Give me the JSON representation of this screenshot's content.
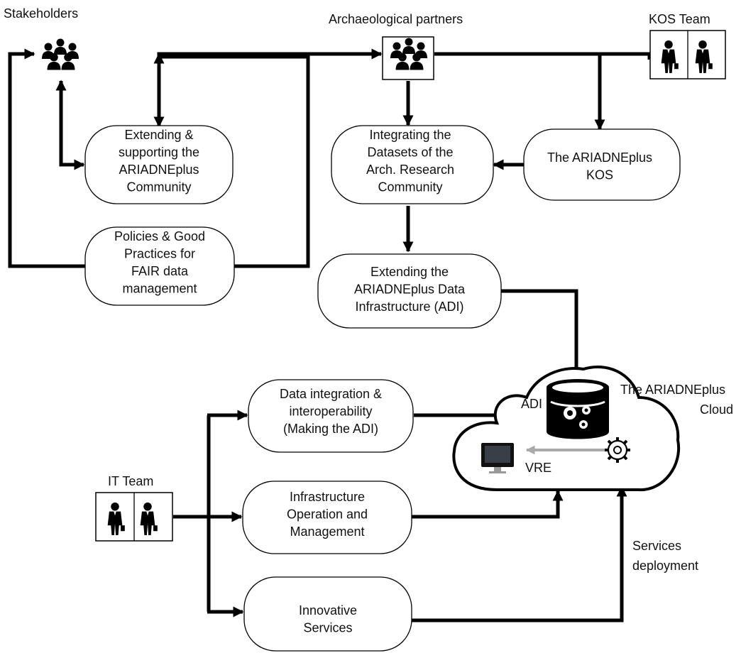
{
  "actors": {
    "stakeholders": "Stakeholders",
    "arch_partners": "Archaeological partners",
    "kos_team": "KOS Team",
    "it_team": "IT Team"
  },
  "boxes": {
    "extending_community": [
      "Extending &",
      "supporting the",
      "ARIADNEplus",
      "Community"
    ],
    "policies": [
      "Policies & Good",
      "Practices for",
      "FAIR data",
      "management"
    ],
    "integrating": [
      "Integrating the",
      "Datasets of the",
      "Arch. Research",
      "Community"
    ],
    "kos": [
      "The ARIADNEplus",
      "KOS"
    ],
    "extending_adi": [
      "Extending the",
      "ARIADNEplus Data",
      "Infrastructure (ADI)"
    ],
    "data_integration": [
      "Data integration &",
      "interoperability",
      "(Making the ADI)"
    ],
    "infrastructure": [
      "Infrastructure",
      "Operation and",
      "Management"
    ],
    "innovative": [
      "Innovative",
      "Services"
    ]
  },
  "cloud": {
    "title_line1": "The ARIADNEplus",
    "title_line2": "Cloud",
    "adi": "ADI",
    "vre": "VRE"
  },
  "services_deployment": [
    "Services",
    "deployment"
  ]
}
